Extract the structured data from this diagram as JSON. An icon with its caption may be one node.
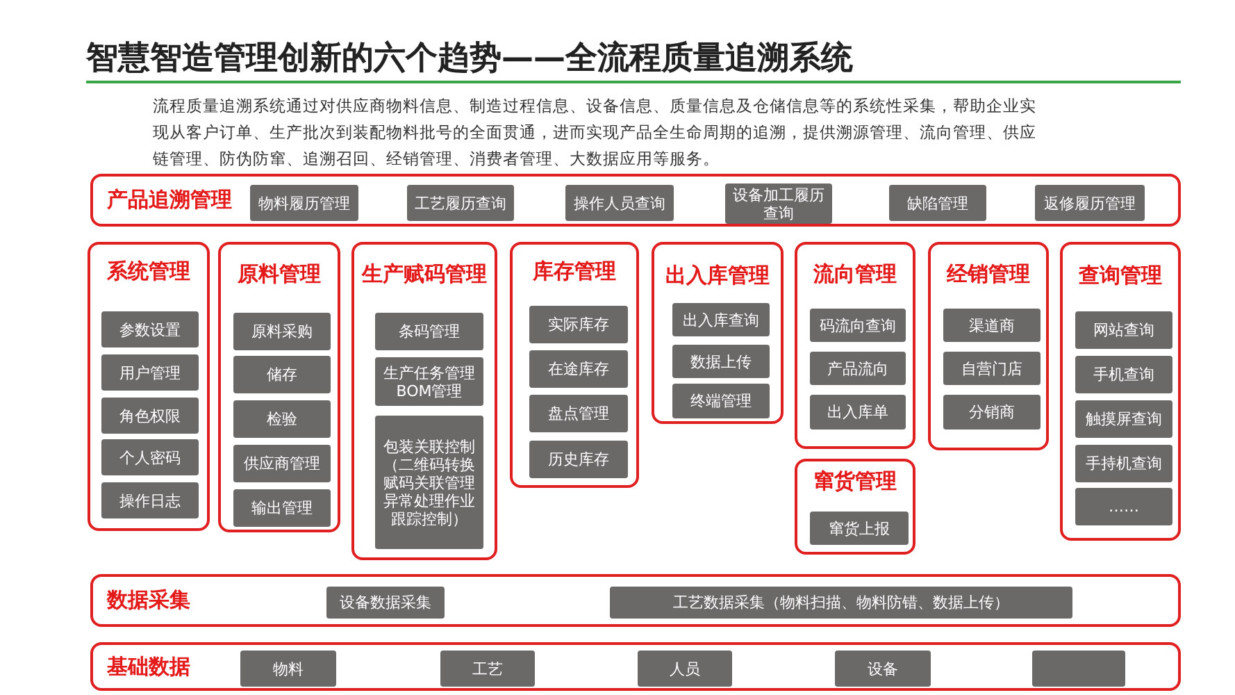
{
  "diagram": {
    "title": "智慧智造管理创新的六个趋势——全流程质量追溯系统",
    "nodes": [
      {
        "text": [
          "产品追溯管理"
        ]
      },
      {
        "text": [
          "物料履历管理"
        ],
        "in": 0
      },
      {
        "text": [
          "工艺履历查询"
        ],
        "in": 0
      },
      {
        "text": [
          "操作人员查询"
        ],
        "in": 0
      },
      {
        "text": [
          "设备加工履历查询"
        ],
        "in": 0
      },
      {
        "text": [
          "缺陷管理"
        ],
        "in": 0
      },
      {
        "text": [
          "返修履历管理"
        ],
        "in": 0
      },
      {
        "text": [
          "系统管理"
        ]
      },
      {
        "text": [
          "参数设置"
        ],
        "in": 7
      },
      {
        "text": [
          "用户管理"
        ],
        "in": 7
      },
      {
        "text": [
          "角色权限"
        ],
        "in": 7
      },
      {
        "text": [
          "个人密码"
        ],
        "in": 7
      },
      {
        "text": [
          "操作日志"
        ],
        "in": 7
      },
      {
        "text": [
          "原料管理"
        ]
      },
      {
        "text": [
          "原料采购"
        ],
        "in": 13
      },
      {
        "text": [
          "储存"
        ],
        "in": 13
      },
      {
        "text": [
          "检验"
        ],
        "in": 13
      },
      {
        "text": [
          "供应商管理"
        ],
        "in": 13
      },
      {
        "text": [
          "输出管理"
        ],
        "in": 13
      },
      {
        "text": [
          "生产赋码管理"
        ]
      },
      {
        "text": [
          "条码管理"
        ],
        "in": 19
      },
      {
        "text": [
          "生产任务管理 BOM管理"
        ],
        "in": 19
      },
      {
        "text": [
          "包装关联控制（二维码转换赋码关联管理异常处理作业跟踪控制）"
        ],
        "in": 19
      },
      {
        "text": [
          "库存管理"
        ]
      },
      {
        "text": [
          "实际库存"
        ],
        "in": 23
      },
      {
        "text": [
          "在途库存"
        ],
        "in": 23
      },
      {
        "text": [
          "盘点管理"
        ],
        "in": 23
      },
      {
        "text": [
          "历史库存"
        ],
        "in": 23
      },
      {
        "text": [
          "出入库管理"
        ]
      },
      {
        "text": [
          "出入库查询"
        ],
        "in": 28
      },
      {
        "text": [
          "数据上传"
        ],
        "in": 28
      },
      {
        "text": [
          "终端管理"
        ],
        "in": 28
      },
      {
        "text": [
          "流向管理"
        ]
      },
      {
        "text": [
          "码流向查询"
        ],
        "in": 32
      },
      {
        "text": [
          "产品流向"
        ],
        "in": 32
      },
      {
        "text": [
          "出入库单"
        ],
        "in": 32
      },
      {
        "text": [
          "窜货管理"
        ]
      },
      {
        "text": [
          "窜货上报"
        ],
        "in": 36
      },
      {
        "text": [
          "经销管理"
        ]
      },
      {
        "text": [
          "渠道商"
        ],
        "in": 38
      },
      {
        "text": [
          "自营门店"
        ],
        "in": 38
      },
      {
        "text": [
          "分销商"
        ],
        "in": 38
      },
      {
        "text": [
          "查询管理"
        ]
      },
      {
        "text": [
          "网站查询"
        ],
        "in": 42
      },
      {
        "text": [
          "手机查询"
        ],
        "in": 42
      },
      {
        "text": [
          "触摸屏查询"
        ],
        "in": 42
      },
      {
        "text": [
          "手持机查询"
        ],
        "in": 42
      },
      {
        "text": [
          "……"
        ],
        "in": 42
      },
      {
        "text": [
          "数据采集"
        ]
      },
      {
        "text": [
          "设备数据采集"
        ],
        "in": 48
      },
      {
        "text": [
          "工艺数据采集（物料扫描、物料防错、数据上传）"
        ],
        "in": 48
      },
      {
        "text": [
          "基础数据"
        ]
      },
      {
        "text": [
          "物料"
        ],
        "in": 51
      },
      {
        "text": [
          "工艺"
        ],
        "in": 51
      },
      {
        "text": [
          "人员"
        ],
        "in": 51
      },
      {
        "text": [
          "设备"
        ],
        "in": 51
      },
      {
        "text": [],
        "shape": "box",
        "in": 51
      }
    ],
    "labels": [
      "流程质量追溯系统通过对供应商物料信息、制造过程信息、设备信息、质量信息及仓储信息等的系统性采集，帮助企业实现从客户订单、生产批次到装配物料批号的全面贯通，进而实现产品全生命周期的追溯，提供溯源管理、流向管理、供应链管理、防伪防窜、追溯召回、经销管理、消费者管理、大数据应用等服务。"
    ]
  }
}
